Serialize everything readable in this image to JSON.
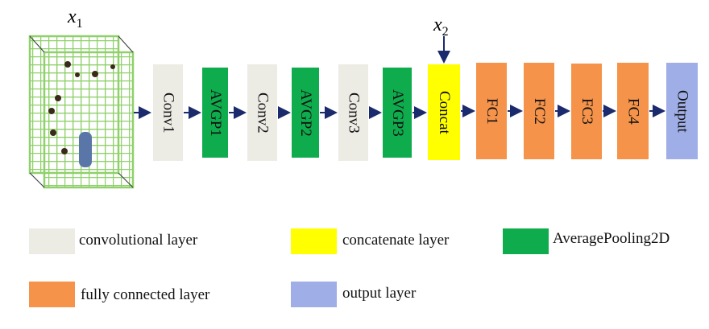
{
  "inputs": {
    "x1": "x",
    "x1_sub": "1",
    "x2": "x",
    "x2_sub": "2"
  },
  "layers": [
    {
      "label": "Conv1",
      "type": "conv"
    },
    {
      "label": "AVGP1",
      "type": "pool"
    },
    {
      "label": "Conv2",
      "type": "conv"
    },
    {
      "label": "AVGP2",
      "type": "pool"
    },
    {
      "label": "Conv3",
      "type": "conv"
    },
    {
      "label": "AVGP3",
      "type": "pool"
    },
    {
      "label": "Concat",
      "type": "concat"
    },
    {
      "label": "FC1",
      "type": "fc"
    },
    {
      "label": "FC2",
      "type": "fc"
    },
    {
      "label": "FC3",
      "type": "fc"
    },
    {
      "label": "FC4",
      "type": "fc"
    },
    {
      "label": "Output",
      "type": "output"
    }
  ],
  "colors": {
    "conv": "#ecebe4",
    "pool": "#0fac4e",
    "concat": "#ffff00",
    "fc": "#f5934a",
    "output": "#9faee6",
    "arrow": "#1a2a6c",
    "grid": "#8fd06a"
  },
  "legend": [
    {
      "label": "convolutional layer",
      "type": "conv"
    },
    {
      "label": "concatenate layer",
      "type": "concat"
    },
    {
      "label": "AveragePooling2D",
      "type": "pool"
    },
    {
      "label": "fully connected layer",
      "type": "fc"
    },
    {
      "label": "output layer",
      "type": "output"
    }
  ]
}
